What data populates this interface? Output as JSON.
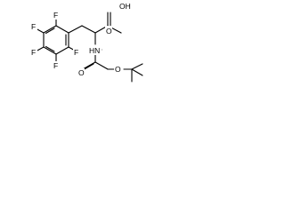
{
  "molecule": {
    "atoms": {
      "oh": "OH",
      "o_carbonyl_acid": "O",
      "f_ortho_top": "F",
      "f_meta_top": "F",
      "f_para": "F",
      "f_meta_bottom": "F",
      "f_ortho_bottom": "F",
      "hn": "HN",
      "o_carbamate_carbonyl": "O",
      "o_ester": "O"
    }
  }
}
